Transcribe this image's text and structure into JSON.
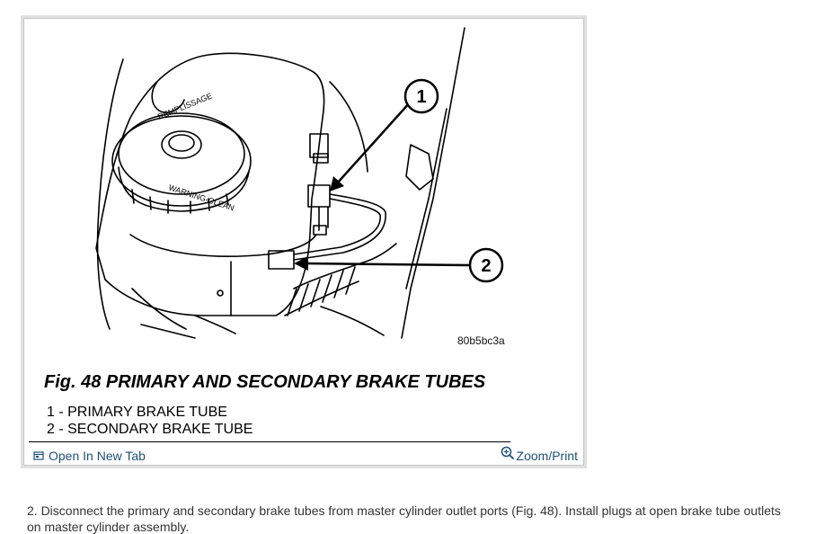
{
  "figure": {
    "image_code": "80b5bc3a",
    "callout_1": "1",
    "callout_2": "2",
    "cap_text_upper": "REMPLISSAGE",
    "cap_text_lower": "WARNING-CLEAN",
    "title_prefix": "Fig. 48",
    "title_main": "PRIMARY AND SECONDARY BRAKE TUBES",
    "legend": [
      "1 - PRIMARY BRAKE TUBE",
      "2 - SECONDARY BRAKE TUBE"
    ]
  },
  "actions": {
    "open_new_tab": "Open In New Tab",
    "zoom_print": "Zoom/Print"
  },
  "content": {
    "step_line_1": "2. Disconnect the primary and secondary brake tubes from master cylinder outlet ports (Fig. 48). Install plugs at open brake tube outlets",
    "step_line_2": "on master cylinder assembly."
  }
}
